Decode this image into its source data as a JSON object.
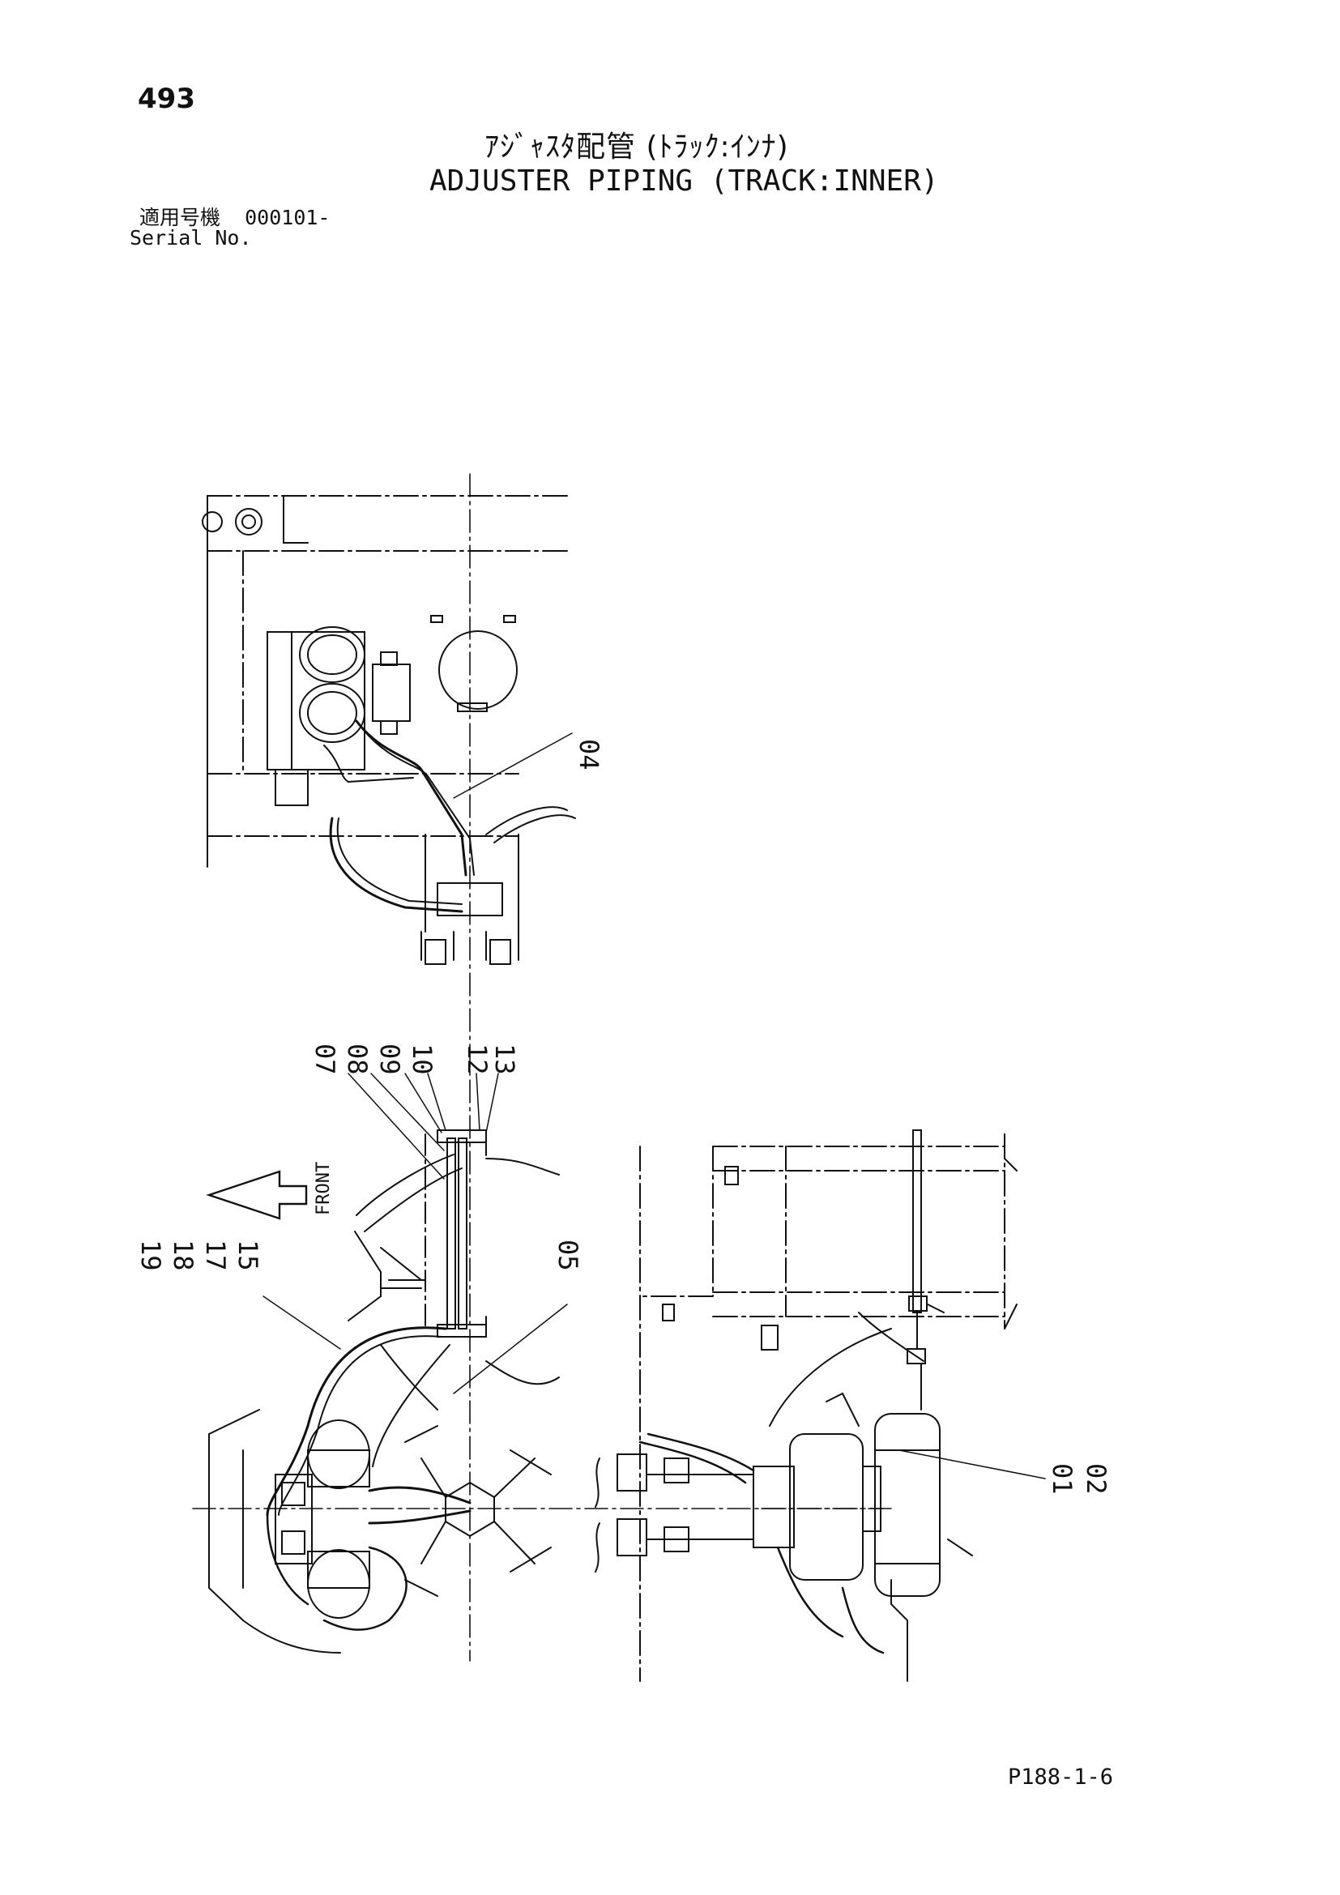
{
  "page": {
    "number": "493",
    "title_jp": "ｱｼﾞｬｽﾀ配管 (ﾄﾗｯｸ:ｲﾝﾅ)",
    "title_en": "ADJUSTER PIPING (TRACK:INNER)",
    "serial_label_jp": "適用号機",
    "serial_value": "000101-",
    "serial_label_en": "Serial No.",
    "doc_code": "P188-1-6"
  },
  "diagram": {
    "front_label": "FRONT",
    "callouts": [
      "01",
      "02",
      "04",
      "05",
      "07",
      "08",
      "09",
      "10",
      "12",
      "13",
      "15",
      "17",
      "18",
      "19"
    ]
  }
}
